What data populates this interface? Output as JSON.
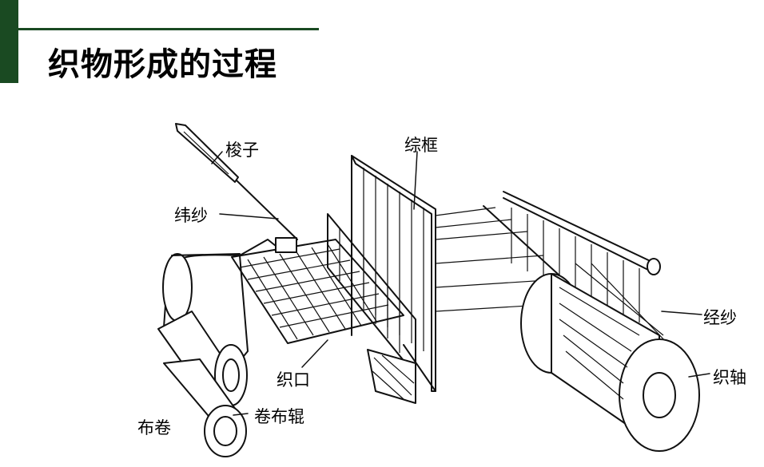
{
  "header": {
    "title": "织物形成的过程"
  },
  "labels": {
    "shuttle": "梭子",
    "weft": "纬纱",
    "heddle_frame": "综框",
    "warp": "经纱",
    "warp_beam": "织轴",
    "fell": "织口",
    "cloth_roll": "布卷",
    "cloth_roller": "卷布辊"
  },
  "colors": {
    "accent": "#1a4a22"
  }
}
